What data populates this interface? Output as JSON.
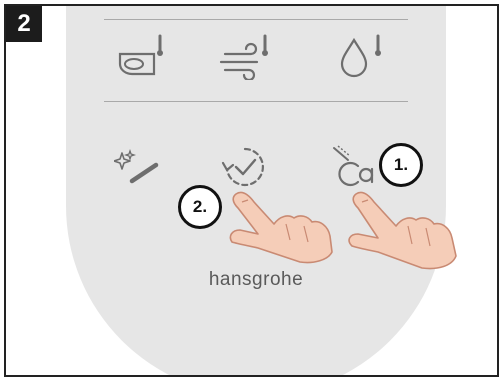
{
  "step": {
    "number": "2"
  },
  "panel": {
    "brand": "hansgrohe",
    "top_row_icons": [
      "seat-heating-icon",
      "air-dryer-icon",
      "water-temperature-icon"
    ],
    "bottom_row_icons": [
      "nozzle-cleaning-icon",
      "confirm-refresh-icon",
      "descaling-icon"
    ]
  },
  "callouts": [
    {
      "label": "1.",
      "target": "descaling-icon"
    },
    {
      "label": "2.",
      "target": "confirm-refresh-icon"
    }
  ],
  "colors": {
    "panel": "#e6e6e6",
    "icon": "#6e6e6e",
    "badge": "#1c1c1c",
    "skin": "#f5cdb8",
    "skin_line": "#c98a73"
  }
}
